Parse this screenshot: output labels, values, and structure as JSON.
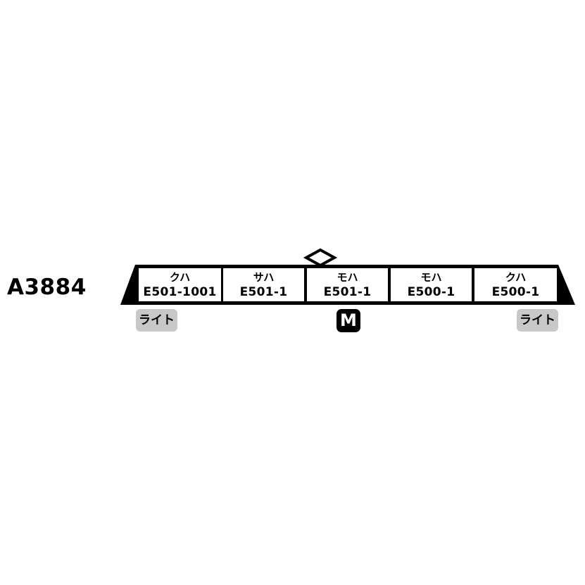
{
  "product_code": "A3884",
  "formation": {
    "cars": [
      {
        "type": "クハ",
        "number": "E501-1001"
      },
      {
        "type": "サハ",
        "number": "E501-1"
      },
      {
        "type": "モハ",
        "number": "E501-1"
      },
      {
        "type": "モハ",
        "number": "E500-1"
      },
      {
        "type": "クハ",
        "number": "E500-1"
      }
    ],
    "pantograph_car_index": 2,
    "motor_car_index": 2
  },
  "badges": {
    "light_left": "ライト",
    "light_right": "ライト",
    "motor": "M"
  },
  "colors": {
    "outline": "#000000",
    "light_badge_bg": "#c8c8c8",
    "motor_badge_bg": "#000000"
  }
}
